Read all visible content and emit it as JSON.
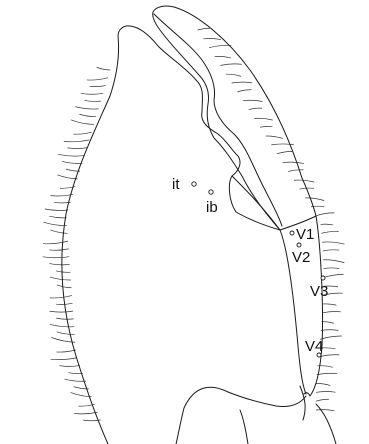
{
  "figure": {
    "colors": {
      "line": "#1a1a1a",
      "background": "#ffffff"
    },
    "labels": {
      "it": "it",
      "ib": "ib",
      "v1": "V1",
      "v2": "V2",
      "v3": "V3",
      "v4": "V4"
    }
  }
}
